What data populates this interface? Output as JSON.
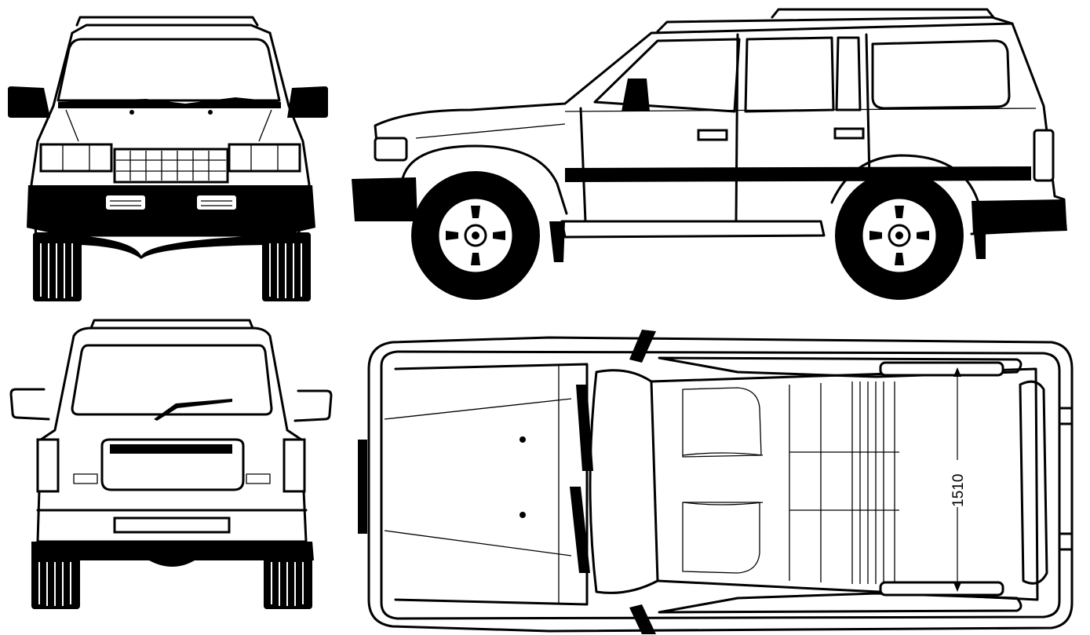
{
  "drawing": {
    "views": [
      "front",
      "side",
      "rear",
      "top"
    ],
    "dimension_label": "1510",
    "colors": {
      "ink": "#000000",
      "paper": "#ffffff"
    }
  }
}
